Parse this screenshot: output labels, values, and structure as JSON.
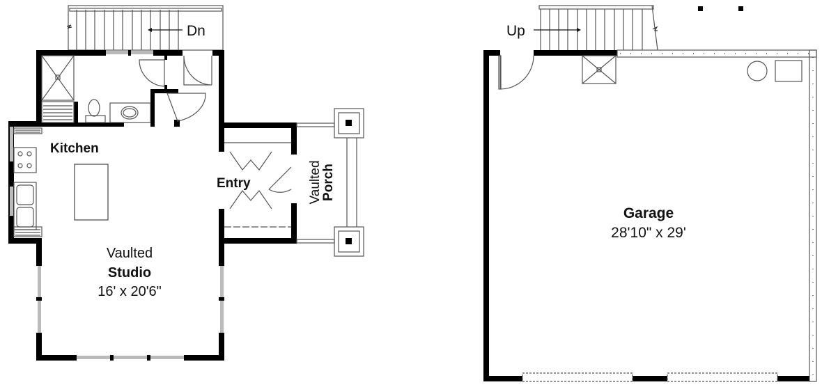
{
  "colors": {
    "wall": "#000000",
    "line": "#555555",
    "window": "#bbbbbb",
    "background": "#ffffff"
  },
  "studio_plan": {
    "stairs_label": "Dn",
    "rooms": [
      {
        "id": "kitchen",
        "name": "Kitchen"
      },
      {
        "id": "entry",
        "name": "Entry"
      },
      {
        "id": "porch",
        "line1": "Vaulted",
        "line2": "Porch"
      },
      {
        "id": "studio",
        "line1": "Vaulted",
        "line2": "Studio",
        "dimensions": "16' x 20'6\""
      }
    ]
  },
  "garage_plan": {
    "stairs_label": "Up",
    "rooms": [
      {
        "id": "garage",
        "name": "Garage",
        "dimensions": "28'10\" x 29'"
      }
    ]
  }
}
